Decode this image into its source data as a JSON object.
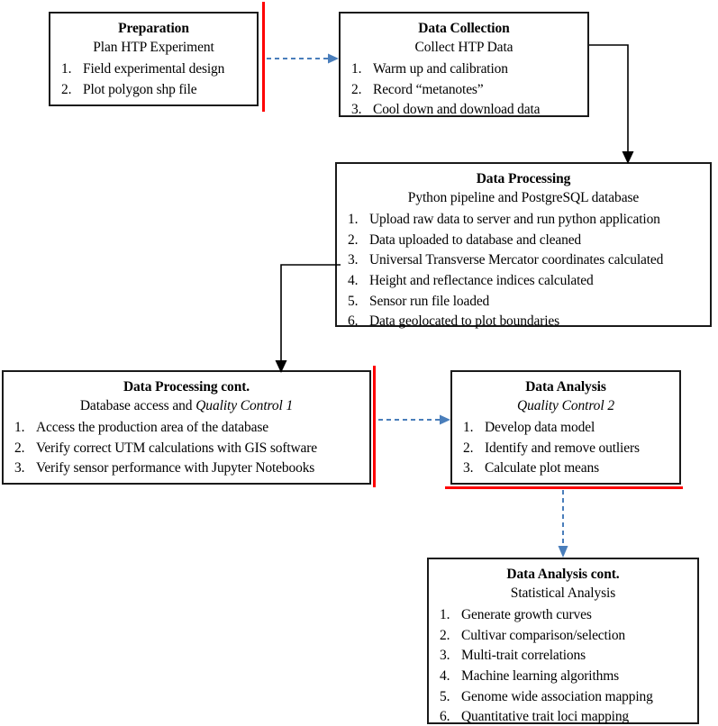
{
  "diagram": {
    "title": "High-Throughput Phenotyping (HTP) data workflow",
    "type": "flowchart",
    "colors": {
      "box_border": "#1a1a1a",
      "background": "#ffffff",
      "text": "#000000",
      "quality_control_separator": "#fe0000",
      "dashed_arrow": "#4a7ebb",
      "solid_arrow": "#000000"
    }
  },
  "nodes": {
    "preparation": {
      "title": "Preparation",
      "subtitle": "Plan HTP Experiment",
      "items": [
        "Field experimental design",
        "Plot polygon shp file"
      ]
    },
    "data_collection": {
      "title": "Data Collection",
      "subtitle": "Collect HTP Data",
      "items": [
        "Warm up and calibration",
        "Record “metanotes”",
        "Cool down and download data"
      ]
    },
    "data_processing": {
      "title": "Data Processing",
      "subtitle": "Python pipeline and PostgreSQL database",
      "items": [
        "Upload raw data to server and run python application",
        "Data uploaded to database and cleaned",
        "Universal Transverse Mercator coordinates calculated",
        "Height and reflectance indices calculated",
        "Sensor run file loaded",
        "Data geolocated to plot boundaries"
      ]
    },
    "data_processing_cont": {
      "title": "Data Processing cont.",
      "subtitle_prefix": "Database access and ",
      "subtitle_emphasis": "Quality Control 1",
      "items": [
        "Access the production area of the database",
        "Verify correct UTM calculations with GIS software",
        "Verify sensor performance with Jupyter Notebooks"
      ]
    },
    "data_analysis": {
      "title": "Data Analysis",
      "subtitle_prefix": "",
      "subtitle_emphasis": "Quality Control 2",
      "items": [
        "Develop data model",
        "Identify and remove outliers",
        "Calculate plot means"
      ]
    },
    "data_analysis_cont": {
      "title": "Data Analysis cont.",
      "subtitle": "Statistical Analysis",
      "items": [
        "Generate growth curves",
        "Cultivar comparison/selection",
        "Multi-trait correlations",
        "Machine learning algorithms",
        "Genome wide association mapping",
        "Quantitative trait loci mapping"
      ]
    }
  },
  "connectors": [
    {
      "name": "preparation-to-data-collection",
      "style": "dashed",
      "color": "#4a7ebb",
      "direction": "right"
    },
    {
      "name": "data-collection-to-data-processing",
      "style": "solid",
      "color": "#000000",
      "direction": "right-then-down"
    },
    {
      "name": "data-processing-to-data-processing-cont",
      "style": "solid",
      "color": "#000000",
      "direction": "left-then-down"
    },
    {
      "name": "data-processing-cont-to-data-analysis",
      "style": "dashed",
      "color": "#4a7ebb",
      "direction": "right"
    },
    {
      "name": "data-analysis-to-data-analysis-cont",
      "style": "dashed",
      "color": "#4a7ebb",
      "direction": "down"
    }
  ],
  "separators": [
    {
      "name": "red-separator-top",
      "orientation": "vertical",
      "color": "#fe0000"
    },
    {
      "name": "red-separator-middle",
      "orientation": "vertical",
      "color": "#fe0000"
    },
    {
      "name": "red-separator-bottom",
      "orientation": "horizontal",
      "color": "#fe0000"
    }
  ]
}
